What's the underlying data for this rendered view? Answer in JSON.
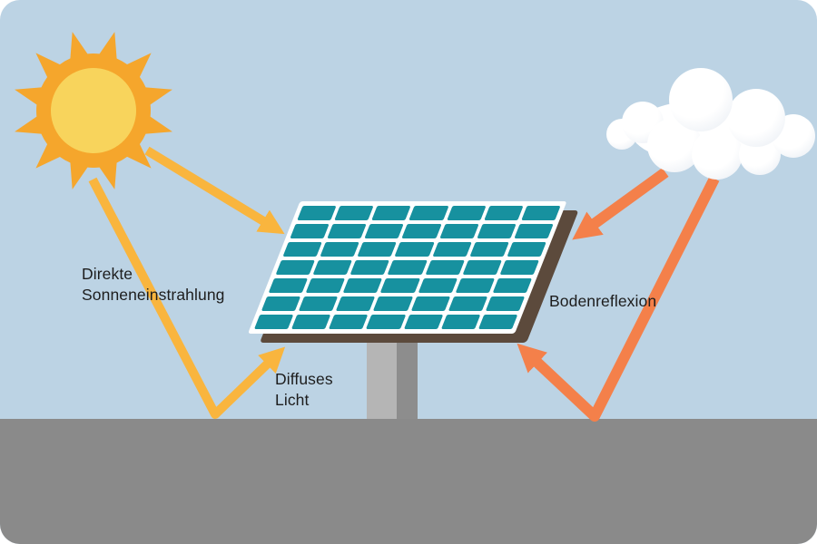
{
  "labels": {
    "direct_line1": "Direkte",
    "direct_line2": "Sonneneinstrahlung",
    "diffuse_line1": "Diffuses",
    "diffuse_line2": "Licht",
    "ground_reflection": "Bodenreflexion"
  },
  "panel": {
    "rows": 7,
    "cols": 7
  },
  "colors": {
    "sky": "#BCD3E4",
    "ground": "#8A8A8A",
    "sun_outer": "#F5A62C",
    "sun_inner": "#F8D45C",
    "ray_yellow": "#F9B53E",
    "ray_orange": "#F4804A",
    "panel_cell": "#17919F",
    "panel_frame": "#FFFFFF",
    "panel_edge": "#5C4A3C",
    "pole_light": "#B5B5B5",
    "pole_dark": "#8D8D8D",
    "cloud_white": "#FFFFFF",
    "cloud_shade": "#E2E7EE",
    "text": "#1D1D1D",
    "page_bg": "#FFFFFF"
  }
}
